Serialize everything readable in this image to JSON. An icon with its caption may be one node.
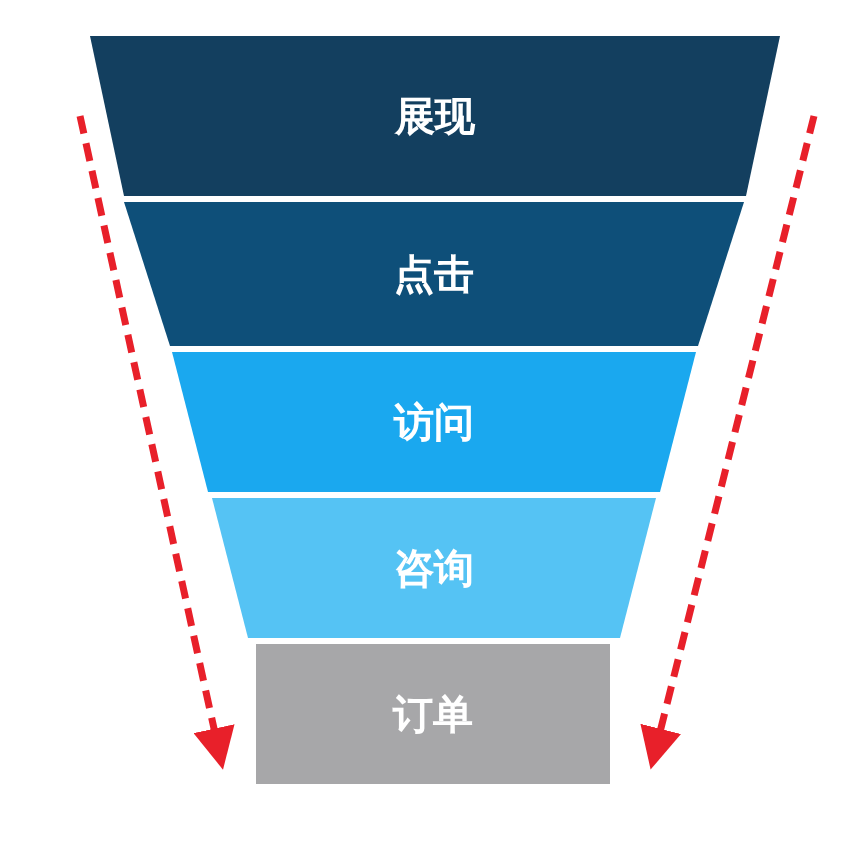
{
  "diagram": {
    "nodes": [
      {
        "text": [
          "展现"
        ]
      },
      {
        "text": [
          "点击"
        ]
      },
      {
        "text": [
          "访问"
        ]
      },
      {
        "text": [
          "咨询"
        ]
      },
      {
        "text": [
          "订单"
        ]
      }
    ]
  }
}
